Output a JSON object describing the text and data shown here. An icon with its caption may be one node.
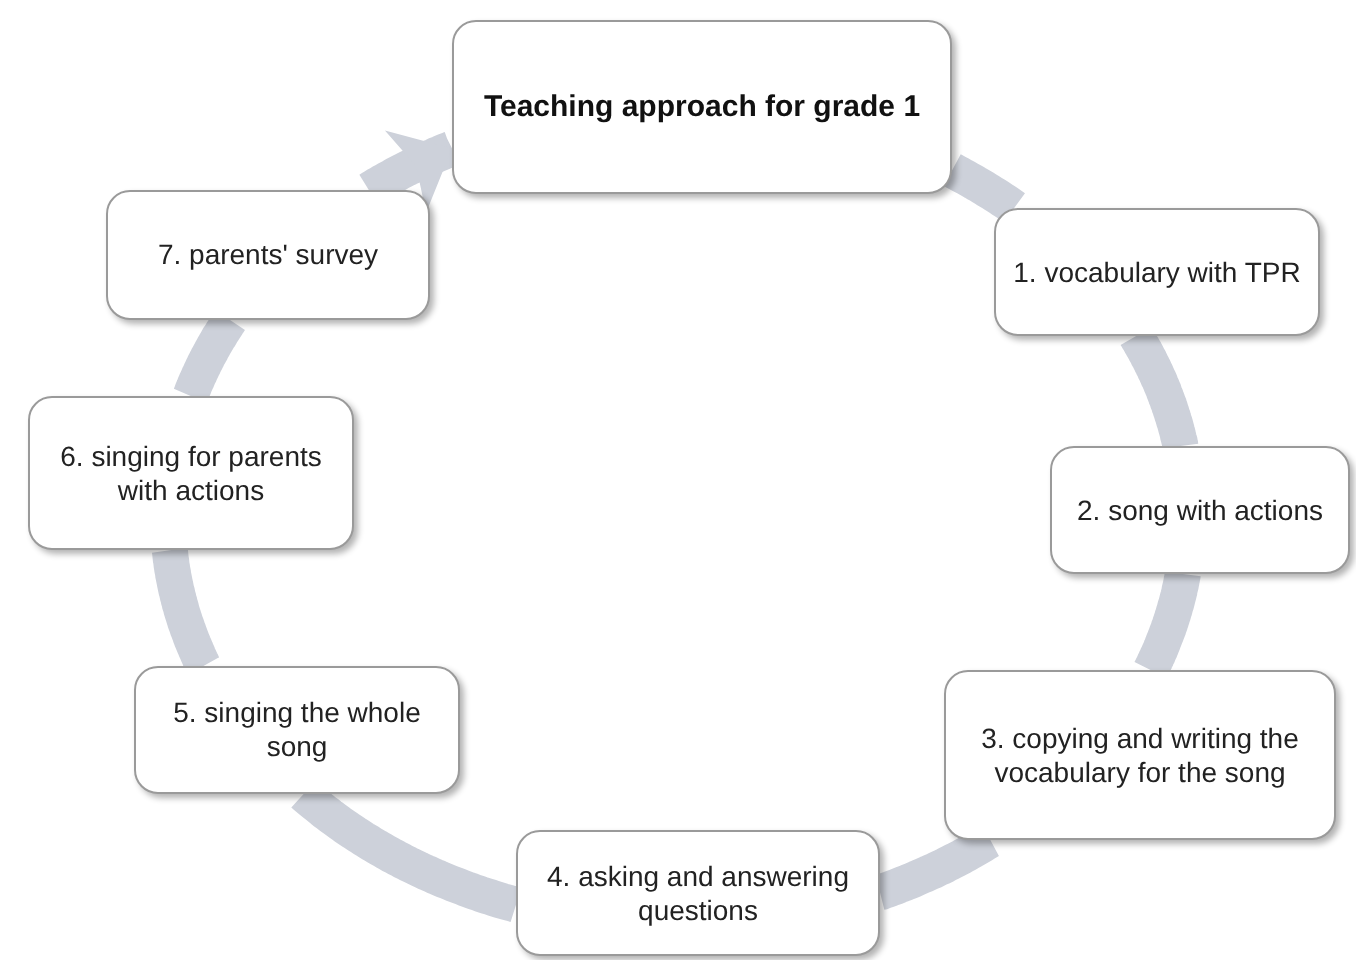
{
  "diagram": {
    "nodes": [
      {
        "text": [
          "Teaching approach for grade 1"
        ]
      },
      {
        "text": [
          "1. vocabulary with TPR"
        ]
      },
      {
        "text": [
          "2. song with actions"
        ]
      },
      {
        "text": [
          "3. copying and writing the vocabulary for the song"
        ]
      },
      {
        "text": [
          "4. asking and answering questions"
        ]
      },
      {
        "text": [
          "5. singing the whole song"
        ]
      },
      {
        "text": [
          "6. singing for parents with actions"
        ]
      },
      {
        "text": [
          "7. parents' survey"
        ]
      }
    ],
    "edges": [
      {
        "from": 0,
        "to": 1,
        "arrow": "none"
      },
      {
        "from": 1,
        "to": 2,
        "arrow": "none"
      },
      {
        "from": 2,
        "to": 3,
        "arrow": "none"
      },
      {
        "from": 3,
        "to": 4,
        "arrow": "none"
      },
      {
        "from": 4,
        "to": 5,
        "arrow": "none"
      },
      {
        "from": 5,
        "to": 6,
        "arrow": "none"
      },
      {
        "from": 6,
        "to": 7,
        "arrow": "none"
      },
      {
        "from": 7,
        "to": 0,
        "arrow": "to"
      }
    ]
  }
}
